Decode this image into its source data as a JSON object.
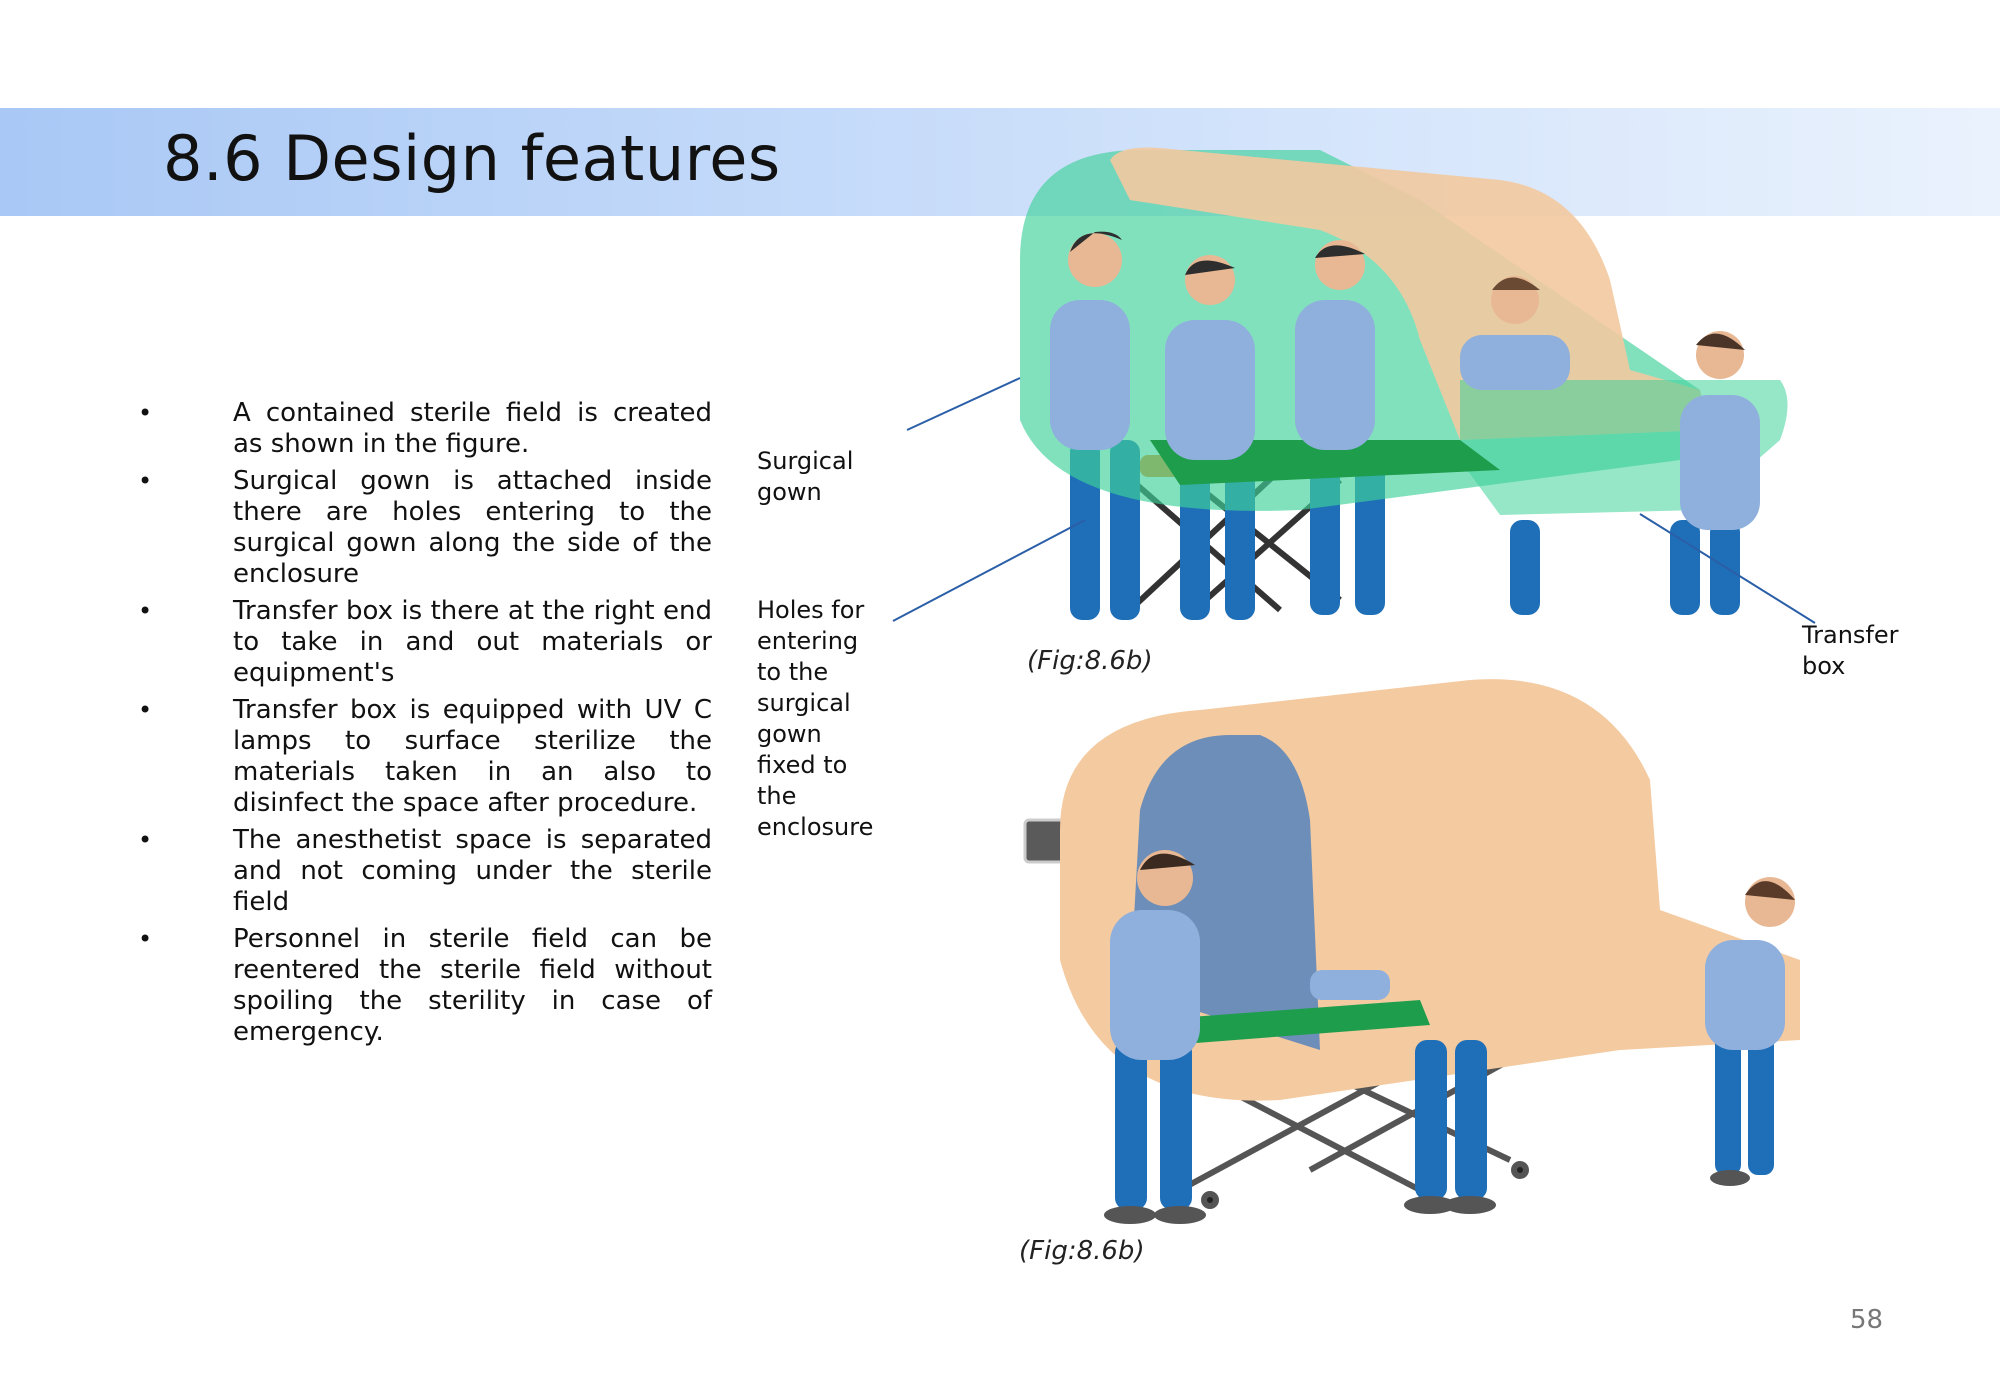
{
  "header": {
    "title": "8.6 Design features"
  },
  "bullets": [
    "A contained sterile field is created  as shown in the figure.",
    "Surgical  gown  is  attached   inside there  are  holes  entering  to  the surgical gown along the side of the enclosure",
    "Transfer box is there at the right end to  take  in  and  out  materials  or equipment's",
    "Transfer box is equipped with UV C lamps  to  surface  sterilize  the materials taken in an also to disinfect the space after procedure.",
    "The anesthetist space is separated and not coming under the sterile field",
    "Personnel  in  sterile  field  can  be reentered the sterile field without spoiling  the  sterility  in  case  of emergency."
  ],
  "bullet_marker": "•",
  "callouts": {
    "surgical_gown": "Surgical gown",
    "holes": "Holes for entering to the surgical gown fixed to the enclosure",
    "transfer_box": "Transfer box"
  },
  "captions": {
    "top": "(Fig:8.6b)",
    "bottom": "(Fig:8.6b)"
  },
  "page_number": "58",
  "colors": {
    "title_band": "#b7d2f7",
    "enclosure_tan": "#f2c9a0",
    "enclosure_green": "#3fd19a",
    "figure_blue": "#1f6fb8",
    "shirt_blue": "#8fb0dc",
    "leader_line": "#2a5fa8"
  }
}
